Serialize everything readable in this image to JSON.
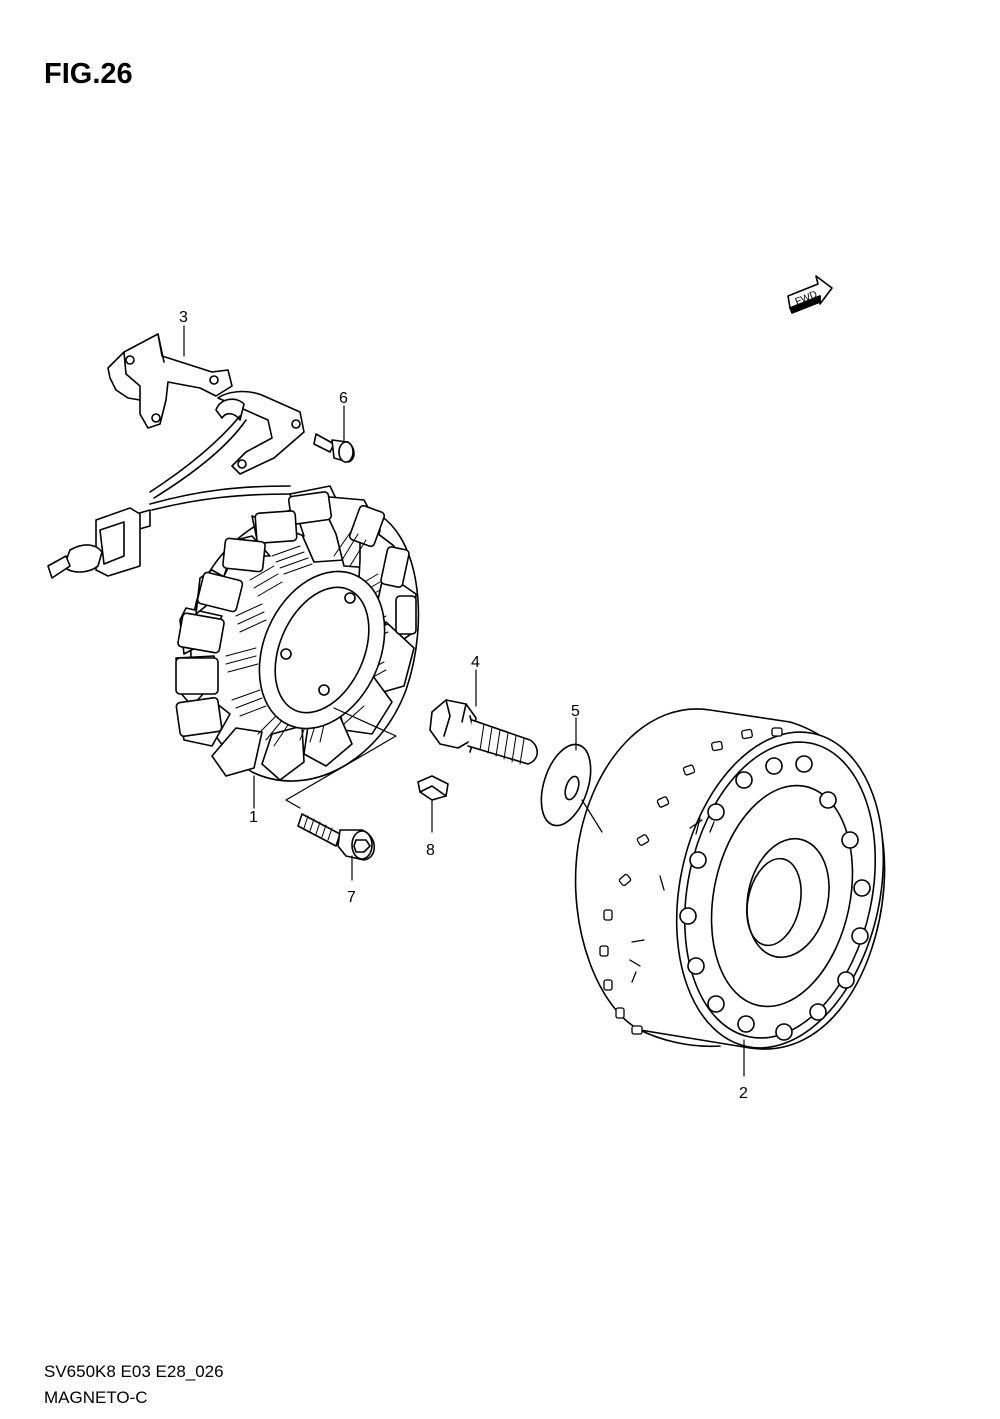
{
  "figure": {
    "title": "FIG.26"
  },
  "fwd_label": "FWD",
  "callouts": [
    "1",
    "2",
    "3",
    "4",
    "5",
    "6",
    "7",
    "8"
  ],
  "footer": {
    "code": "SV650K8 E03 E28_026",
    "name": "MAGNETO-C"
  },
  "colors": {
    "line": "#000000",
    "background": "#ffffff"
  }
}
